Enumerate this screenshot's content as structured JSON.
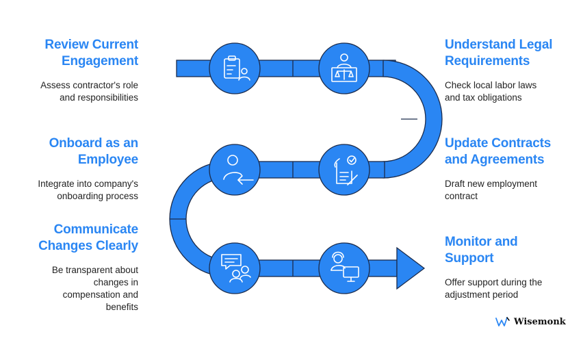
{
  "steps": [
    {
      "title": "Review Current\nEngagement",
      "desc": "Assess contractor's role\nand responsibilities",
      "icon": "clipboard-user-icon"
    },
    {
      "title": "Understand Legal\nRequirements",
      "desc": "Check local labor laws\nand tax obligations",
      "icon": "judge-podium-icon"
    },
    {
      "title": "Update Contracts\nand Agreements",
      "desc": "Draft new employment\ncontract",
      "icon": "signed-document-icon"
    },
    {
      "title": "Onboard as an\nEmployee",
      "desc": "Integrate into company's\nonboarding process",
      "icon": "user-arrow-in-icon"
    },
    {
      "title": "Communicate\nChanges Clearly",
      "desc": "Be transparent about\nchanges in\ncompensation and\nbenefits",
      "icon": "chat-people-icon"
    },
    {
      "title": "Monitor and\nSupport",
      "desc": "Offer support during the\nadjustment period",
      "icon": "support-agent-icon"
    }
  ],
  "brand": {
    "name": "Wisemonk",
    "icon": "wisemonk-logo-icon"
  },
  "colors": {
    "accent": "#2a86f3",
    "path": "#2a86f3",
    "stroke": "#1a2a4a"
  }
}
